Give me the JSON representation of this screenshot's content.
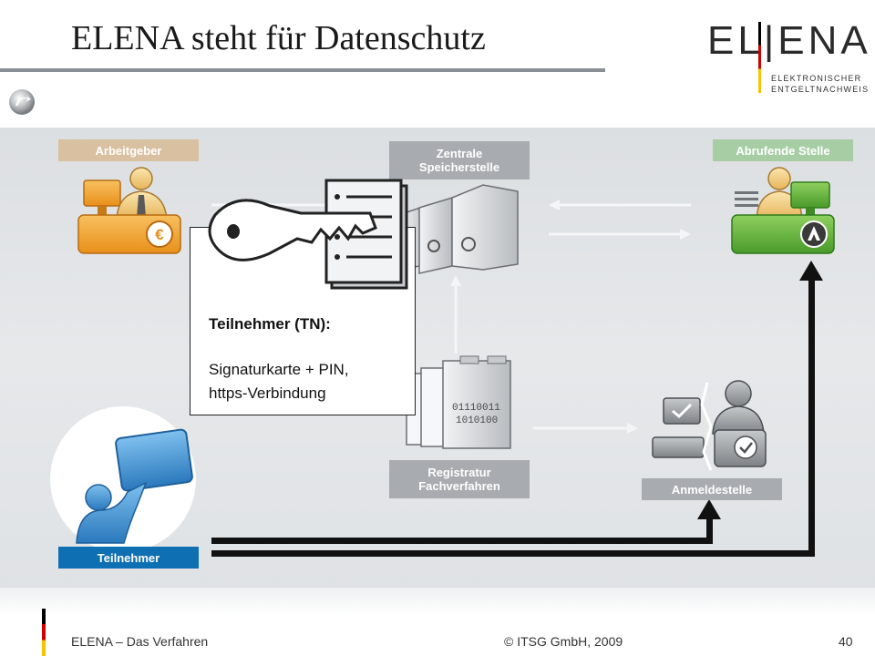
{
  "slide": {
    "title": "ELENA steht für Datenschutz"
  },
  "logo": {
    "word": "EL|ENA",
    "sub_line1": "ELEKTRONISCHER",
    "sub_line2": "ENTGELTNACHWEIS"
  },
  "nodes": {
    "arbeitgeber": "Arbeitgeber",
    "zentrale_line1": "Zentrale",
    "zentrale_line2": "Speicherstelle",
    "abrufende": "Abrufende Stelle",
    "registratur_line1": "Registratur",
    "registratur_line2": "Fachverfahren",
    "anmeldestelle": "Anmeldestelle",
    "teilnehmer": "Teilnehmer"
  },
  "icons": {
    "euro": "€",
    "binary_line1": "01110011",
    "binary_line2": "1010100"
  },
  "callout": {
    "title": "Teilnehmer (TN):",
    "line1": "Signaturkarte + PIN,",
    "line2": "https-Verbindung"
  },
  "footer": {
    "left": "ELENA – Das Verfahren",
    "center": "© ITSG GmbH, 2009",
    "page": "40"
  },
  "colors": {
    "arbeitgeber_tag": "#d8c0a0",
    "zentrale_tag": "#a8acb0",
    "abrufende_tag": "#a7cda5",
    "teilnehmer_tag": "#0f6fb3",
    "orange_desk": "#f3a63a",
    "green_desk": "#5fae3e",
    "blue_figure": "#2f7fc1",
    "arrow_black": "#111111",
    "flag_black": "#000000",
    "flag_red": "#d00000",
    "flag_gold": "#f5c400"
  }
}
